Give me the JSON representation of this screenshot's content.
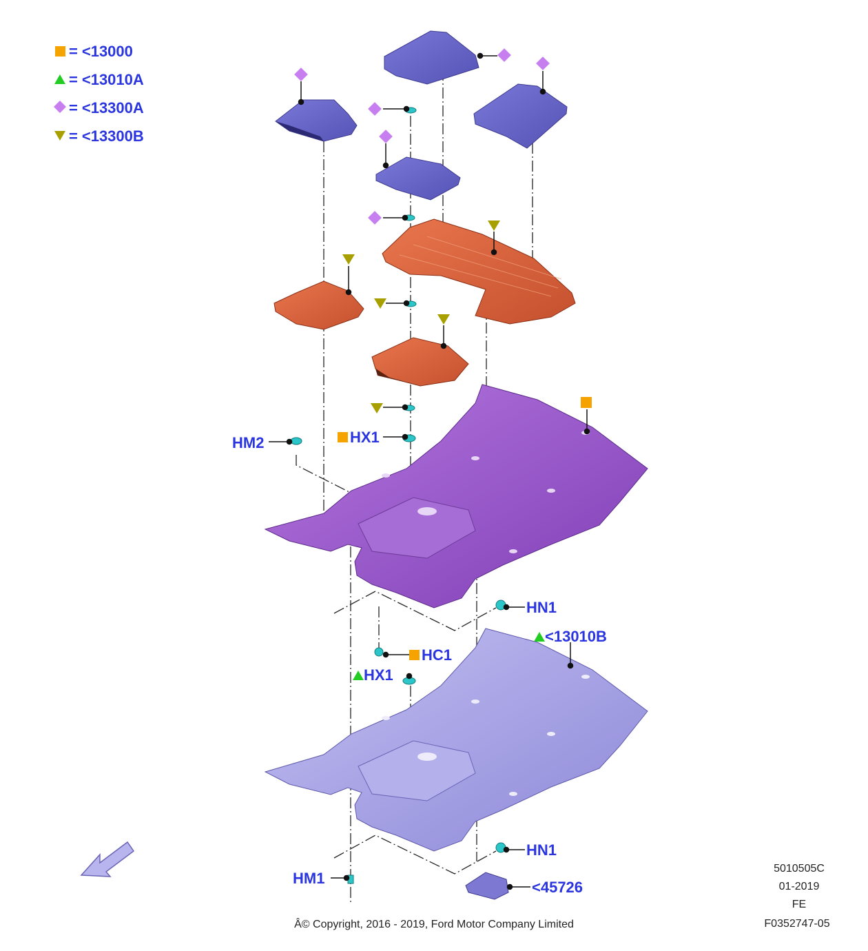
{
  "legend": [
    {
      "symbol": "square",
      "color": "#f5a300",
      "code": "<13000"
    },
    {
      "symbol": "triangle-up",
      "color": "#22cc22",
      "code": "<13010A"
    },
    {
      "symbol": "diamond",
      "color": "#c77ff0",
      "code": "<13300A"
    },
    {
      "symbol": "triangle-down",
      "color": "#a8a000",
      "code": "<13300B"
    }
  ],
  "legend_equals": "=",
  "labels": {
    "hm2": "HM2",
    "hx1_top": "HX1",
    "hn1_top": "HN1",
    "part_13010b": "<13010B",
    "hc1": "HC1",
    "hx1_bottom": "HX1",
    "hn1_bottom": "HN1",
    "hm1": "HM1",
    "part_45726": "<45726"
  },
  "meta": {
    "code": "5010505C",
    "date": "01-2019",
    "region": "FE",
    "figure_id": "F0352747-05"
  },
  "copyright": "Â© Copyright, 2016 - 2019, Ford Motor Company Limited",
  "colors": {
    "label_blue": "#2a35e0",
    "mat_blue": "#6a68c8",
    "liner_orange": "#d9623e",
    "carpet_purple": "#9a5cc8",
    "lower_carpet": "#a8a4e8",
    "clip_teal": "#2cc6c8"
  }
}
